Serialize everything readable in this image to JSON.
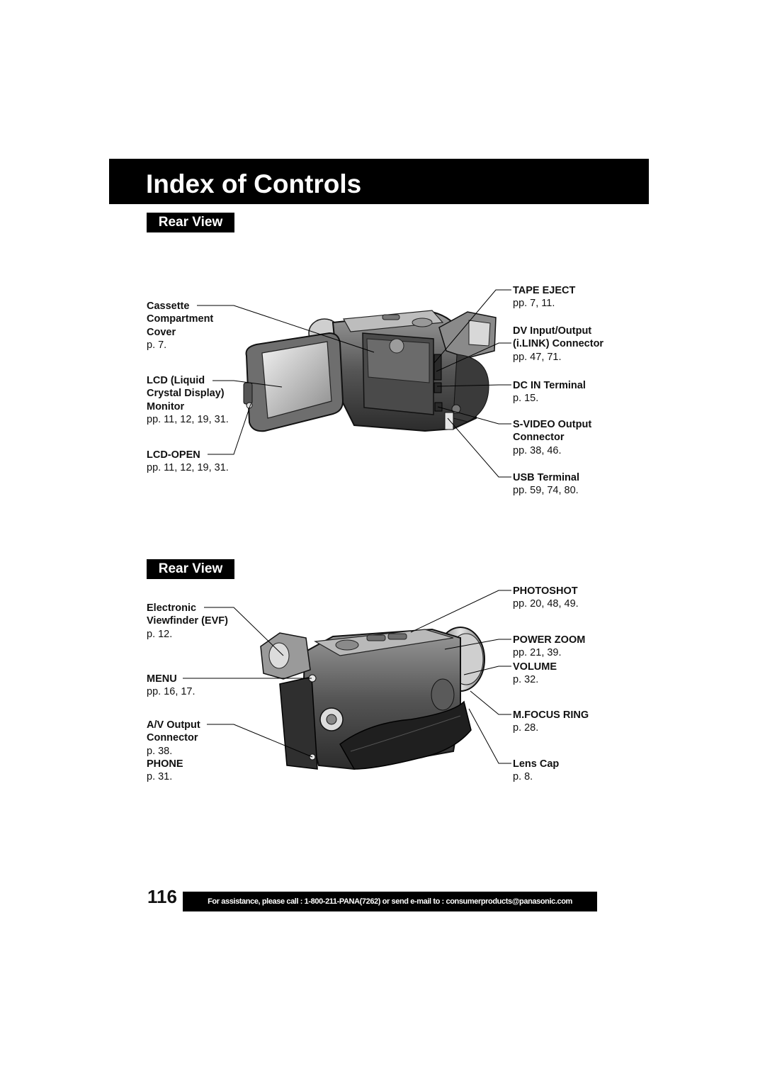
{
  "title": "Index of Controls",
  "sections": [
    {
      "heading": "Rear View"
    },
    {
      "heading": "Rear View"
    }
  ],
  "top_left": [
    {
      "title": "Cassette\nCompartment\nCover",
      "pages": "p. 7."
    },
    {
      "title": "LCD (Liquid\nCrystal Display)\nMonitor",
      "pages": "pp. 11, 12, 19, 31."
    },
    {
      "title": "LCD-OPEN",
      "pages": "pp. 11, 12, 19, 31."
    }
  ],
  "top_right": [
    {
      "title": "TAPE EJECT",
      "pages": "pp. 7, 11."
    },
    {
      "title": "DV Input/Output\n(i.LINK) Connector",
      "pages": "pp. 47, 71."
    },
    {
      "title": "DC IN Terminal",
      "pages": "p. 15."
    },
    {
      "title": "S-VIDEO Output\nConnector",
      "pages": "pp. 38, 46."
    },
    {
      "title": "USB Terminal",
      "pages": "pp. 59, 74, 80."
    }
  ],
  "bottom_left": [
    {
      "title": "Electronic\nViewfinder (EVF)",
      "pages": "p. 12."
    },
    {
      "title": "MENU",
      "pages": "pp. 16, 17."
    },
    {
      "title": "A/V Output\nConnector",
      "pages": "p. 38."
    },
    {
      "title": "PHONE",
      "pages": "p. 31."
    }
  ],
  "bottom_right": [
    {
      "title": "PHOTOSHOT",
      "pages": "pp. 20, 48, 49."
    },
    {
      "title": "POWER ZOOM",
      "pages": "pp. 21, 39."
    },
    {
      "title": "VOLUME",
      "pages": "p. 32."
    },
    {
      "title": "M.FOCUS RING",
      "pages": "p. 28."
    },
    {
      "title": "Lens Cap",
      "pages": "p. 8."
    }
  ],
  "page_number": "116",
  "footer": "For assistance, please call : 1-800-211-PANA(7262) or send e-mail to : consumerproducts@panasonic.com",
  "colors": {
    "banner": "#000000",
    "body_dark": "#3d3d3d",
    "body_mid": "#8a8a8a",
    "body_light": "#cfcfcf"
  }
}
